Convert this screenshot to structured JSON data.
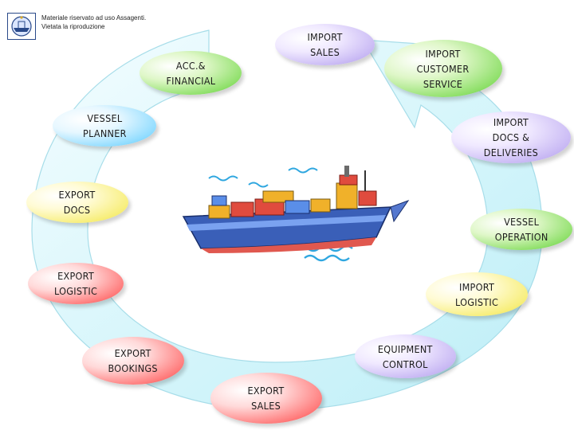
{
  "notice": {
    "line1": "Materiale riservato ad uso Assagenti.",
    "line2": "Vietata la riproduzione"
  },
  "center_image": "container-ship-illustration",
  "colors": {
    "cycle_arrow": "#d8f6fb",
    "cycle_arrow_edge": "#9ad9e6",
    "purple": "#b9a8ef",
    "green": "#6ed14a",
    "yellow": "#f2e86a",
    "blue": "#62c9f8",
    "red": "#f65a5a"
  },
  "nodes": [
    {
      "id": "import-sales",
      "label": "IMPORT\nSALES",
      "color": "purple"
    },
    {
      "id": "import-customer-service",
      "label": "IMPORT\nCUSTOMER\nSERVICE",
      "color": "green"
    },
    {
      "id": "import-docs-deliveries",
      "label": "IMPORT\nDOCS &\nDELIVERIES",
      "color": "purple"
    },
    {
      "id": "vessel-operation",
      "label": "VESSEL\nOPERATION",
      "color": "green"
    },
    {
      "id": "import-logistic",
      "label": "IMPORT\nLOGISTIC",
      "color": "yellow"
    },
    {
      "id": "equipment-control",
      "label": "EQUIPMENT\nCONTROL",
      "color": "purple"
    },
    {
      "id": "export-sales",
      "label": "EXPORT\nSALES",
      "color": "red"
    },
    {
      "id": "export-bookings",
      "label": "EXPORT\nBOOKINGS",
      "color": "red"
    },
    {
      "id": "export-logistic",
      "label": "EXPORT\nLOGISTIC",
      "color": "red"
    },
    {
      "id": "export-docs",
      "label": "EXPORT\nDOCS",
      "color": "yellow"
    },
    {
      "id": "vessel-planner",
      "label": "VESSEL\nPLANNER",
      "color": "blue"
    },
    {
      "id": "acc-financial",
      "label": "ACC.&\nFINANCIAL",
      "color": "green"
    }
  ]
}
